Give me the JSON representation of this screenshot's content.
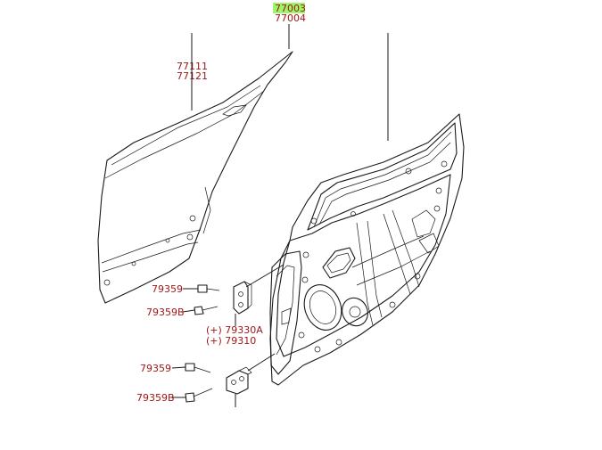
{
  "highlight_color": "#9df56a",
  "label_color": "#a01818",
  "labels": {
    "door_assy_1": "77003",
    "door_assy_2": "77004",
    "outer_panel_1": "77111",
    "outer_panel_2": "77121",
    "upper_bolt": "79359",
    "upper_bolt_b": "79359B",
    "hinge_1": "(+) 79330A",
    "hinge_2": "(+) 79310",
    "lower_bolt": "79359",
    "lower_bolt_b": "79359B"
  }
}
